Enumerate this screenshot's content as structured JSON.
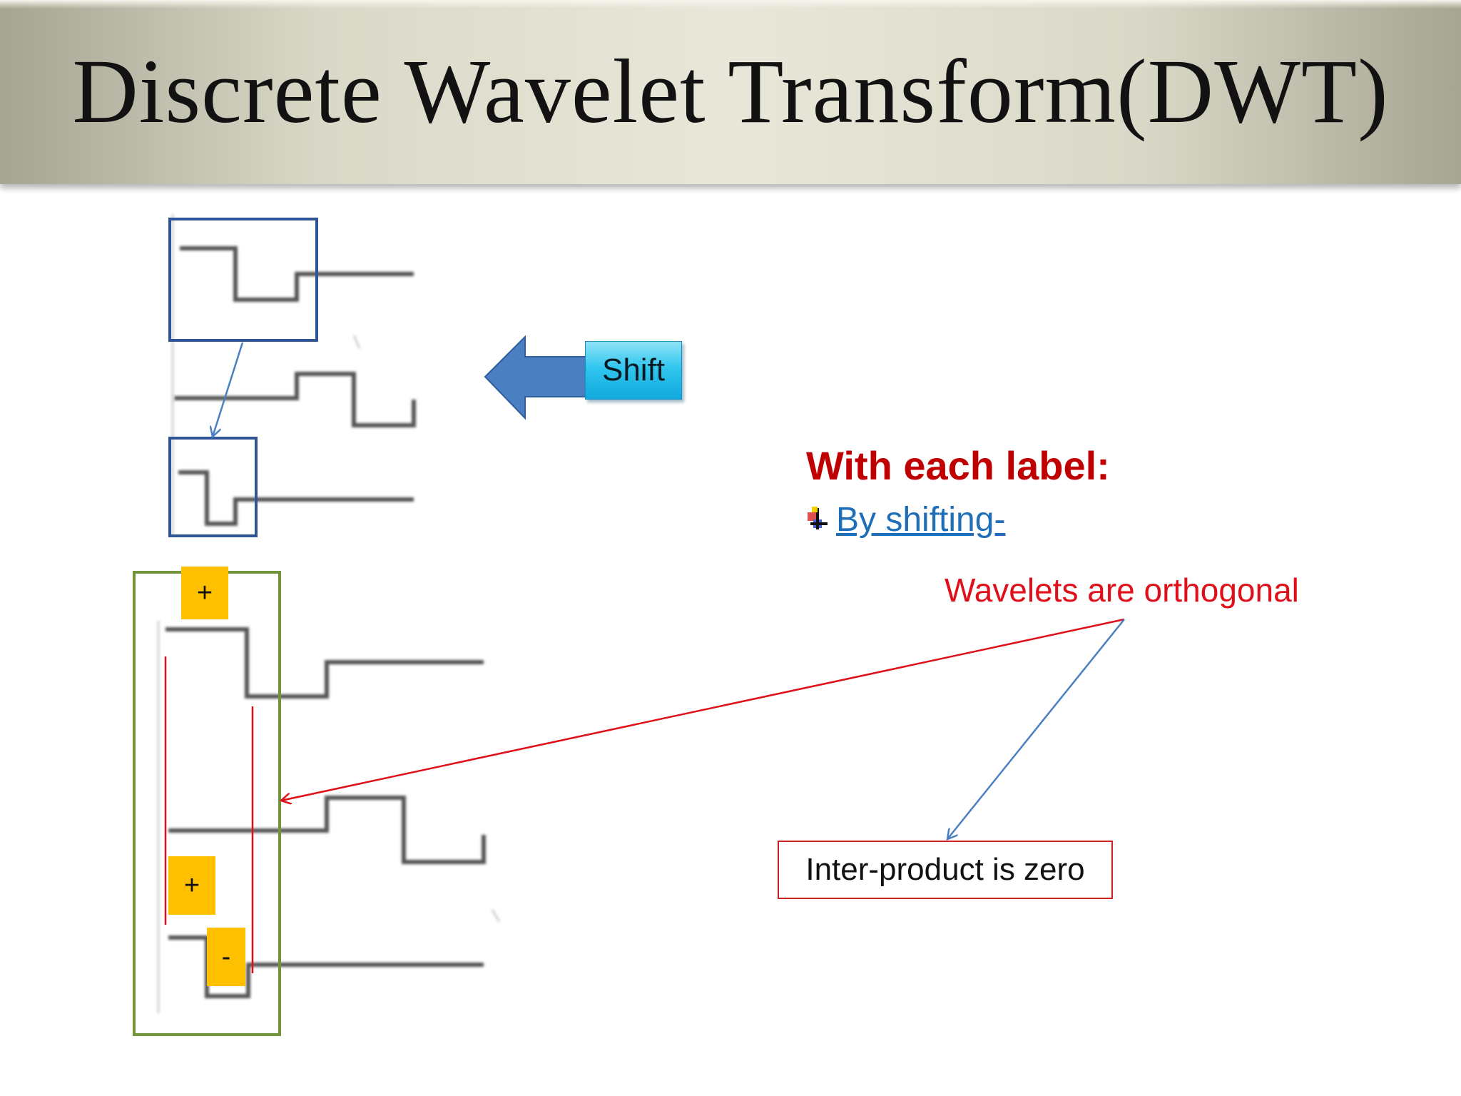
{
  "title": "Discrete Wavelet Transform(DWT)",
  "shift_button": {
    "label": "Shift"
  },
  "heading": "With each label:",
  "bullet": {
    "icon": "cross-bullet-icon",
    "link_text": " By shifting-"
  },
  "note": "Wavelets are orthogonal",
  "result_box": "Inter-product is zero",
  "signs": [
    "+",
    "+",
    "-"
  ],
  "colors": {
    "heading": "#c00000",
    "note": "#e0101a",
    "link": "#1f6fb8",
    "frame_blue": "#2f5597",
    "frame_green": "#70953a",
    "sign_fill": "#ffc000",
    "arrow_fill": "#4a7fc1"
  }
}
